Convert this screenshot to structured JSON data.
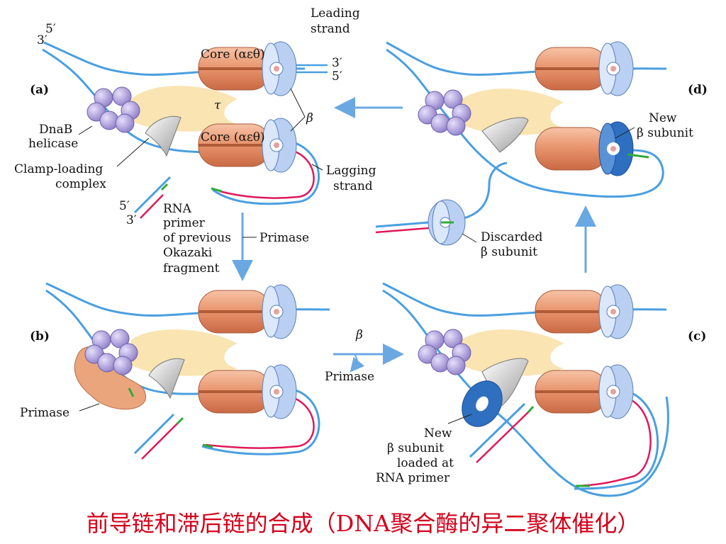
{
  "panels": {
    "a": "(a)",
    "b": "(b)",
    "c": "(c)",
    "d": "(d)"
  },
  "labels": {
    "five_prime": "5′",
    "three_prime": "3′",
    "leading_1": "Leading",
    "leading_2": "strand",
    "core": "Core (αεθ)",
    "tau": "τ",
    "beta": "β",
    "dnab_1": "DnaB",
    "dnab_2": "helicase",
    "clamp_1": "Clamp-loading",
    "clamp_2": "complex",
    "lagging_1": "Lagging",
    "lagging_2": "strand",
    "rna_1": "RNA",
    "rna_2": "primer",
    "rna_3": "of previous",
    "rna_4": "Okazaki",
    "rna_5": "fragment",
    "primase": "Primase",
    "new_beta_1": "New",
    "new_beta_2": "β subunit",
    "new_beta_3": "loaded at",
    "new_beta_4": "RNA primer",
    "discarded_1": "Discarded",
    "discarded_2": "β subunit"
  },
  "caption": "前导链和滞后链的合成（DNA聚合酶的异二聚体催化）",
  "colors": {
    "dna": "#4a9fe0",
    "new_strand": "#e0185a",
    "primer": "#2eaa3a",
    "core": "#e8926a",
    "beta_clamp": "#a9c4ec",
    "new_beta": "#2e6fc0",
    "helicase": "#a99ad8",
    "tau_body": "#f9e4b2",
    "primase": "#eaa57c",
    "arrow": "#6aa8e2",
    "caption": "#d4001a"
  }
}
